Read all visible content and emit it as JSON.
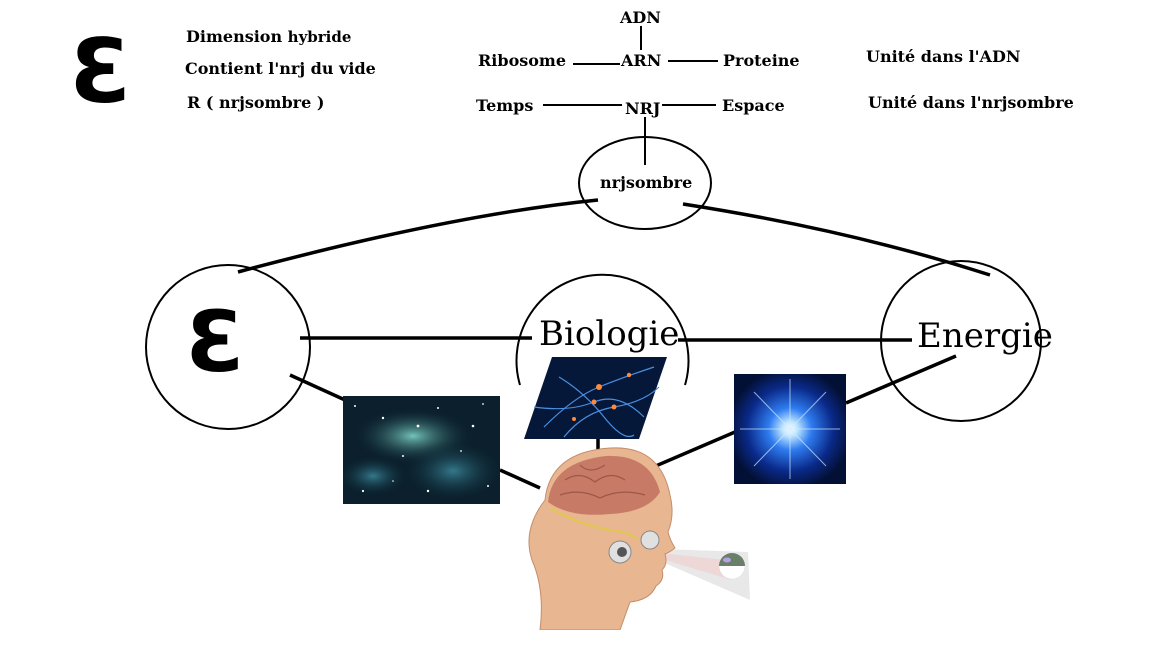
{
  "legend": {
    "symbol": "Ɛ",
    "line1_a": "Dimension",
    "line1_b": "hybride",
    "line2": "Contient l'nrj du vide",
    "line3": "R ( nrjsombre )"
  },
  "tree": {
    "adn": "ADN",
    "ribosome": "Ribosome",
    "arn": "ARN",
    "proteine": "Proteine",
    "temps": "Temps",
    "nrj": "NRJ",
    "espace": "Espace",
    "unit_adn": "Unité dans l'ADN",
    "unit_nrjsombre": "Unité dans l'nrjsombre"
  },
  "nodes": {
    "nrjsombre": "nrjsombre",
    "left_symbol": "Ɛ",
    "biologie": "Biologie",
    "energie": "Energie"
  },
  "images": {
    "nebula": "nebula-image",
    "neurons": "neuron-network-image",
    "light_burst": "blue-light-burst-image",
    "head": "human-head-brain-image"
  },
  "colors": {
    "line": "#000000",
    "nebula_bg": "#0d2c36",
    "neurons_bg": "#06183a",
    "burst_bg": "#031036",
    "burst_core": "#5fb4ff",
    "skin": "#e8b690"
  }
}
